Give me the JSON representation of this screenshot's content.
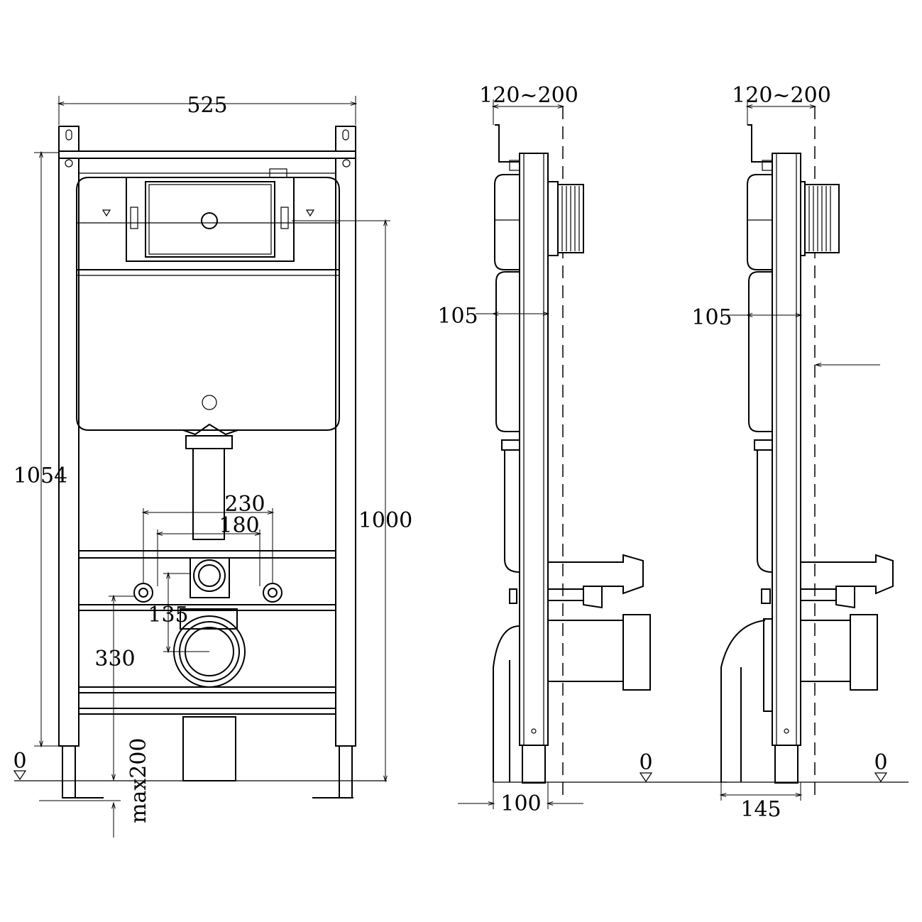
{
  "front_view": {
    "width": "525",
    "height_total": "1054",
    "height_actuator": "1000",
    "pipe_spacing_outer": "230",
    "pipe_spacing_inner": "180",
    "drain_offset": "135",
    "drain_height": "330",
    "leg_extension": "max200",
    "floor_level": "0"
  },
  "side_view_1": {
    "wall_depth_range": "120~200",
    "frame_depth": "105",
    "foot_depth": "100",
    "floor_level": "0"
  },
  "side_view_2": {
    "wall_depth_range": "120~200",
    "frame_depth": "105",
    "foot_depth": "145",
    "floor_level": "0"
  }
}
